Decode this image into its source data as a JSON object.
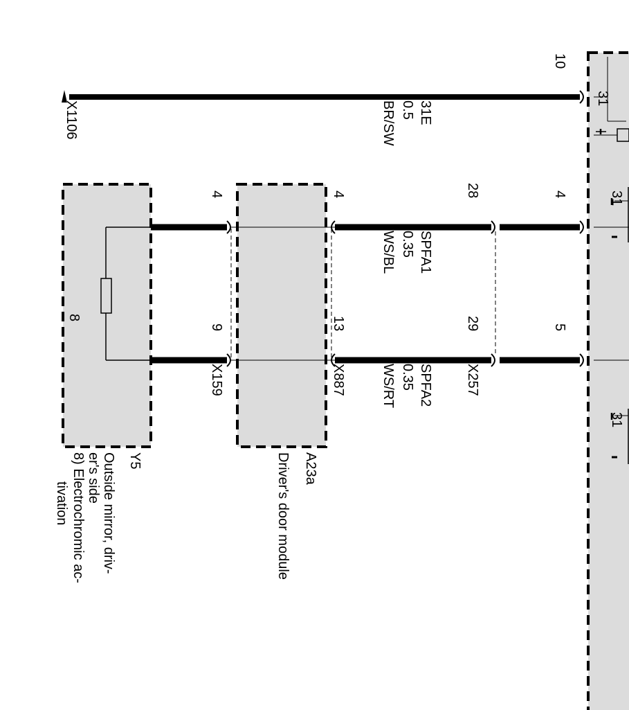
{
  "ecu_pins": {
    "top": "10",
    "ground": "31",
    "p4": "4",
    "p5": "5"
  },
  "ground_symbols": {
    "g1": "31",
    "g2": "31"
  },
  "ground_wire": {
    "signal": "31E",
    "gauge": "0.5",
    "color": "BR/SW",
    "connector": "X1106"
  },
  "wire_spfa1": {
    "signal": "SPFA1",
    "gauge": "0.35",
    "color": "WS/BL"
  },
  "wire_spfa2": {
    "signal": "SPFA2",
    "gauge": "0.35",
    "color": "WS/RT"
  },
  "connector_x257": {
    "pin_a": "28",
    "pin_b": "29",
    "name": "X257"
  },
  "connector_x887": {
    "pin_a": "4",
    "pin_b": "13",
    "name": "X887"
  },
  "connector_x159": {
    "pin_a": "4",
    "pin_b": "9",
    "name": "X159"
  },
  "door_module": {
    "id": "A23a",
    "name": "Driver's door module"
  },
  "mirror": {
    "id": "Y5",
    "name_lines": [
      "Outside mirror, driv-",
      "er's side"
    ],
    "note_lines": [
      "8) Electrochromic ac-",
      "tivation"
    ],
    "component_label": "8"
  }
}
